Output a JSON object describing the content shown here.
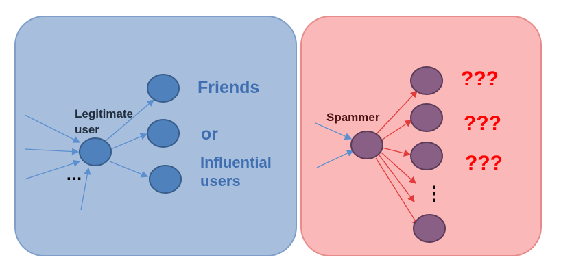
{
  "left_panel": {
    "source_label_line1": "Legitimate",
    "source_label_line2": "user",
    "ellipsis": "…",
    "target_labels": {
      "friends": "Friends",
      "or": "or",
      "influential_line1": "Influential",
      "influential_line2": "users"
    }
  },
  "right_panel": {
    "source_label": "Spammer",
    "unknown_label_1": "???",
    "unknown_label_2": "???",
    "unknown_label_3": "???",
    "vertical_ellipsis": "⋮"
  },
  "colors": {
    "left_panel_fill": "#a7bedc",
    "left_panel_stroke": "#7f9fc8",
    "right_panel_fill": "#fbb8b8",
    "right_panel_stroke": "#e88a8a",
    "blue_node_fill": "#4f81bd",
    "blue_node_stroke": "#385d8a",
    "purple_node_fill": "#8a5f86",
    "purple_node_stroke": "#5b3c58",
    "blue_text": "#3f6fb0",
    "dark_text": "#1f2d3d",
    "red_text": "#ff0000",
    "arrow_blue": "#5b8fd0",
    "arrow_red": "#e23b3b"
  }
}
